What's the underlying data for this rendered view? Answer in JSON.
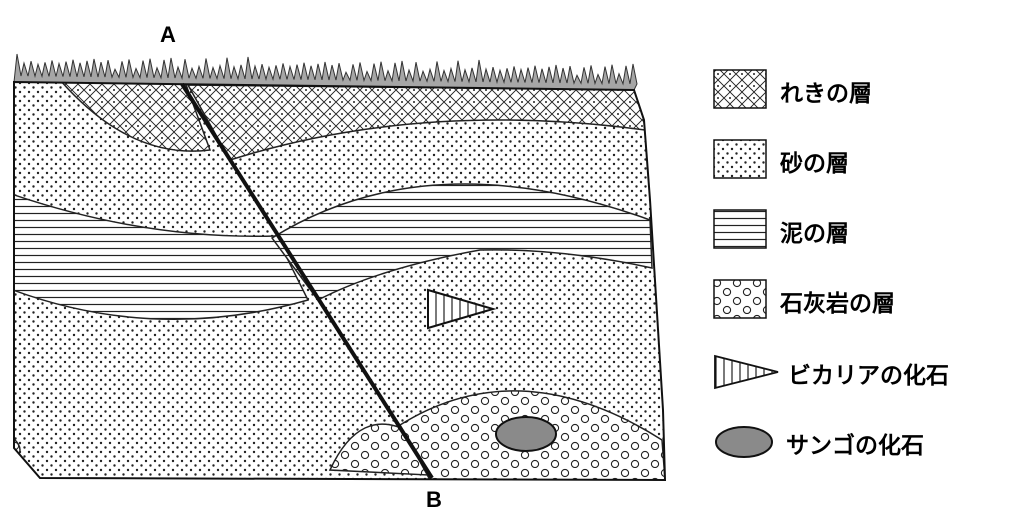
{
  "points": {
    "a": "A",
    "b": "B"
  },
  "legend": [
    {
      "key": "gravel",
      "label": "れきの層"
    },
    {
      "key": "sand",
      "label": "砂の層"
    },
    {
      "key": "mud",
      "label": "泥の層"
    },
    {
      "key": "limestone",
      "label": "石灰岩の層"
    },
    {
      "key": "vicarya",
      "label": "ビカリアの化石"
    },
    {
      "key": "coral",
      "label": "サンゴの化石"
    }
  ],
  "colors": {
    "ground": "#a6a6a6",
    "coral": "#8a8a8a",
    "line": "#111111"
  }
}
